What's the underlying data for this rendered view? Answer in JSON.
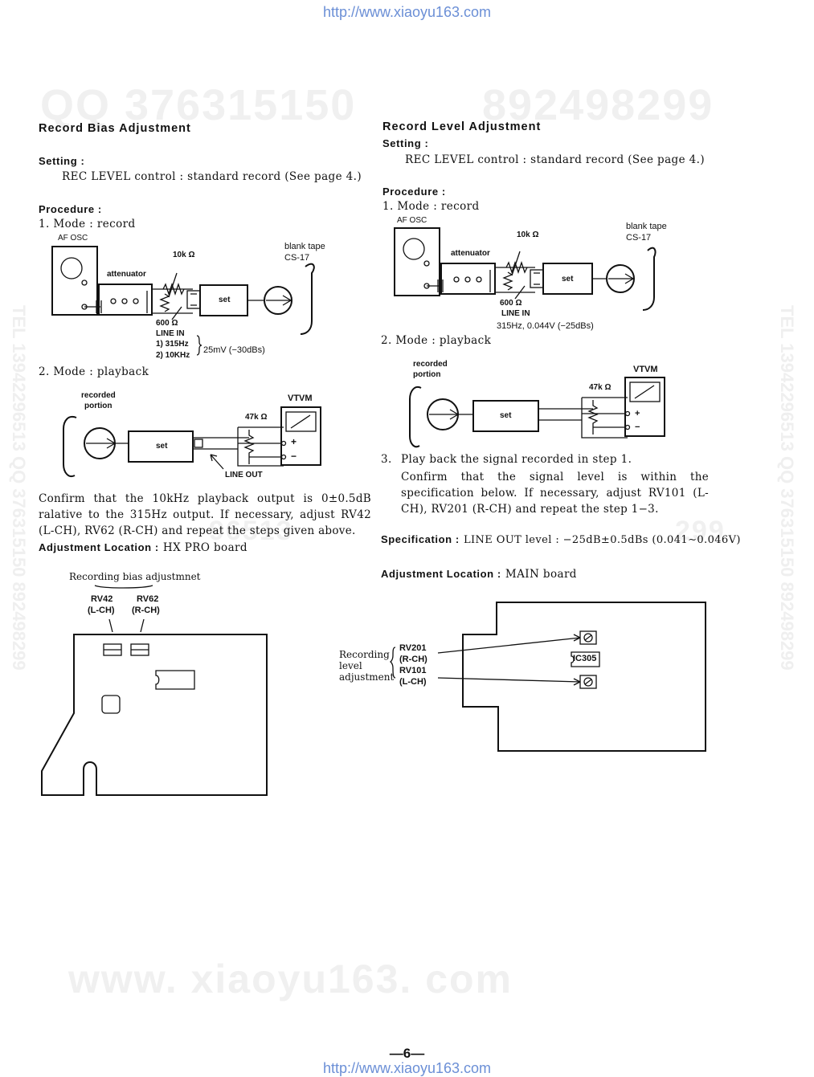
{
  "header": {
    "url_top": "http://www.xiaoyu163.com",
    "url_bottom": "http://www.xiaoyu163.com",
    "page_number": "—6—"
  },
  "watermarks": {
    "top_left": "QQ 376315150",
    "top_right": "892498299",
    "mid_left": "96513",
    "mid_right": "299",
    "bottom": "www. xiaoyu163. com",
    "side_left": "TEL 13942296513 QQ 376315150 892498299",
    "side_right": "TEL 13942296513 QQ 376315150 892498299"
  },
  "left": {
    "title": "Record Bias Adjustment",
    "setting_label": "Setting :",
    "setting_text": "REC LEVEL control : standard record (See page 4.)",
    "procedure_label": "Procedure :",
    "step1": "1.  Mode : record",
    "step2": "2.  Mode : playback",
    "confirm_text": "Confirm that the 10kHz playback output is 0±0.5dB ralative to the 315Hz output. If necessary, adjust RV42 (L-CH), RV62 (R-CH)  and repeat the steps given above.",
    "adj_label": "Adjustment Location :",
    "adj_value": "HX PRO board",
    "d1": {
      "af_osc": "AF OSC",
      "attenuator": "attenuator",
      "res1": "10k Ω",
      "res2": "600 Ω",
      "line_in": "LINE IN",
      "f1": "1) 315Hz",
      "f2": "2) 10KHz",
      "level": "25mV (−30dBs)",
      "set": "set",
      "tape1": "blank tape",
      "tape2": "CS-17"
    },
    "d2": {
      "rec1": "recorded",
      "rec2": "portion",
      "set": "set",
      "res": "47k Ω",
      "vtvm": "VTVM",
      "line_out": "LINE OUT",
      "plus": "+",
      "minus": "−"
    },
    "board": {
      "caption": "Recording bias adjustmnet",
      "rv42": "RV42",
      "rv42ch": "(L-CH)",
      "rv62": "RV62",
      "rv62ch": "(R-CH)"
    }
  },
  "right": {
    "title": "Record Level Adjustment",
    "setting_label": "Setting :",
    "setting_text": "REC LEVEL control : standard record  (See page 4.)",
    "procedure_label": "Procedure :",
    "step1": "1.  Mode : record",
    "step2": "2.  Mode : playback",
    "step3_num": "3.",
    "step3_l1": "Play back the signal recorded in step 1.",
    "step3_rest": "Confirm that the signal level is within the specification below. If necessary, adjust RV101 (L-CH), RV201 (R-CH) and repeat the step 1−3.",
    "spec_label": "Specification :",
    "spec_value": "LINE OUT level : −25dB±0.5dBs (0.041∼0.046V)",
    "adj_label": "Adjustment Location :",
    "adj_value": "MAIN board",
    "d1": {
      "af_osc": "AF OSC",
      "attenuator": "attenuator",
      "res1": "10k Ω",
      "res2": "600 Ω",
      "line_in": "LINE IN",
      "level": "315Hz, 0.044V (−25dBs)",
      "set": "set",
      "tape1": "blank tape",
      "tape2": "CS-17"
    },
    "d2": {
      "rec1": "recorded",
      "rec2": "portion",
      "set": "set",
      "res": "47k Ω",
      "vtvm": "VTVM",
      "plus": "+",
      "minus": "−"
    },
    "board": {
      "rec1": "Recording",
      "rec2": "level",
      "rec3": "adjustment",
      "rv201": "RV201",
      "rv201ch": "(R-CH)",
      "rv101": "RV101",
      "rv101ch": "(L-CH)",
      "ic": "IC305"
    }
  }
}
